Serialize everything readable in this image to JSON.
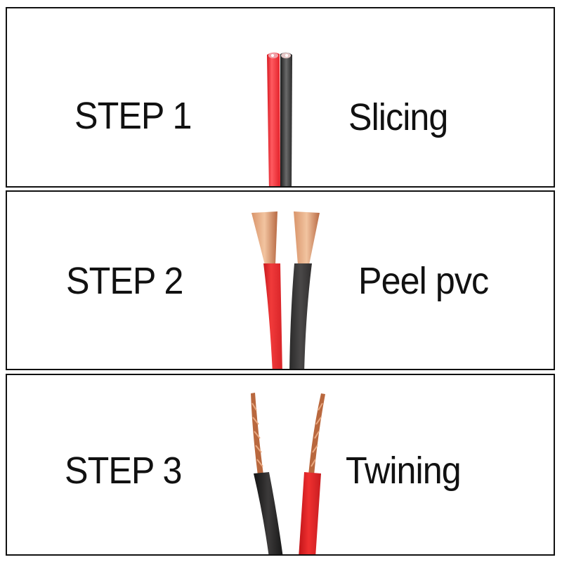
{
  "steps": [
    {
      "number": "STEP 1",
      "title": "Slicing",
      "image": "flat-twin-cable-sliced-icon"
    },
    {
      "number": "STEP 2",
      "title": "Peel pvc",
      "image": "stripped-wires-icon"
    },
    {
      "number": "STEP 3",
      "title": "Twining",
      "image": "twisted-wire-ends-icon"
    }
  ],
  "colors": {
    "border": "#111111",
    "wire_red": "#e8262a",
    "wire_black": "#3a3838",
    "copper": "#c8794f",
    "text": "#111111"
  }
}
